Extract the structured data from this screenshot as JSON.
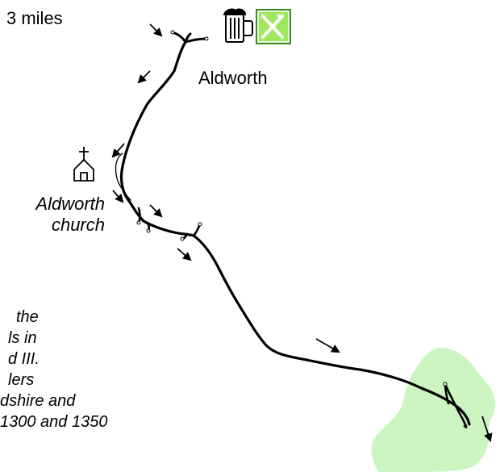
{
  "map": {
    "distance_label": "3 miles",
    "town_label": "Aldworth",
    "church_label_lines": [
      "Aldworth",
      "church"
    ],
    "note_lines": [
      "the",
      "ls in",
      "d III.",
      "lers",
      "dshire and",
      "1300 and 1350"
    ],
    "icons": [
      "beer-mug-icon",
      "fork-knife-icon",
      "church-icon"
    ],
    "colors": {
      "route": "#000000",
      "woodland": "#ccf5c2",
      "restaurant_icon_bg": "#9fe85e"
    }
  }
}
